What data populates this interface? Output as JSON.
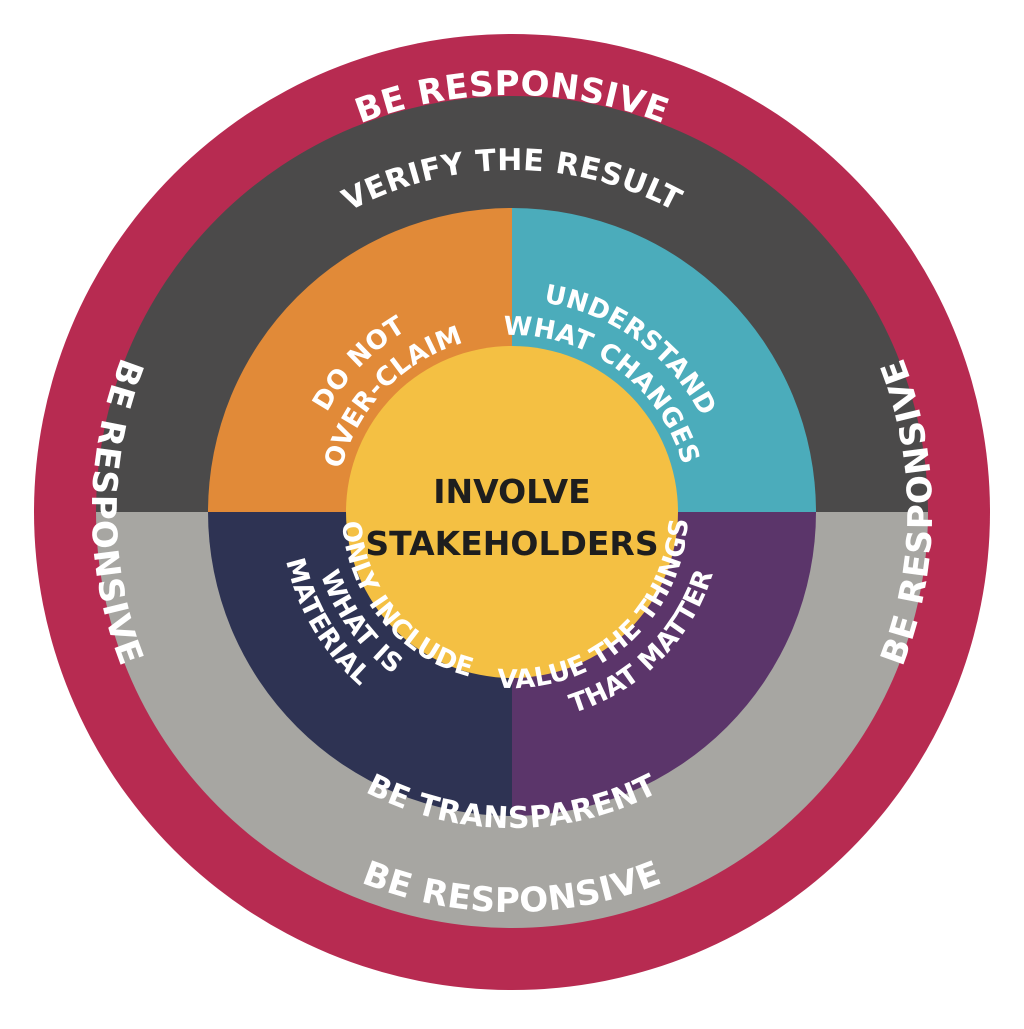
{
  "colors": {
    "outer_ring": "#b72b51",
    "top_band": "#4b4a4a",
    "bottom_band": "#a7a6a2",
    "orange": "#e18a38",
    "teal": "#4bacbb",
    "navy": "#2e3353",
    "purple": "#5b356a",
    "center": "#f4c043",
    "light_text": "#ffffff",
    "dark_text": "#1e1e1e"
  },
  "outer_ring": {
    "top": "BE RESPONSIVE",
    "left": "BE RESPONSIVE",
    "right": "BE RESPONSIVE",
    "bottom": "BE RESPONSIVE"
  },
  "middle_band": {
    "top": "VERIFY THE RESULT",
    "bottom": "BE TRANSPARENT"
  },
  "segments": {
    "top_left": {
      "line1": "DO NOT",
      "line2": "OVER-CLAIM"
    },
    "top_right": {
      "line1": "UNDERSTAND",
      "line2": "WHAT CHANGES"
    },
    "bottom_left": {
      "line1": "ONLY INCLUDE",
      "line2": "WHAT IS",
      "line3": "MATERIAL"
    },
    "bottom_right": {
      "line1": "VALUE THE THINGS",
      "line2": "THAT MATTER"
    }
  },
  "center": {
    "line1": "INVOLVE",
    "line2": "STAKEHOLDERS"
  }
}
